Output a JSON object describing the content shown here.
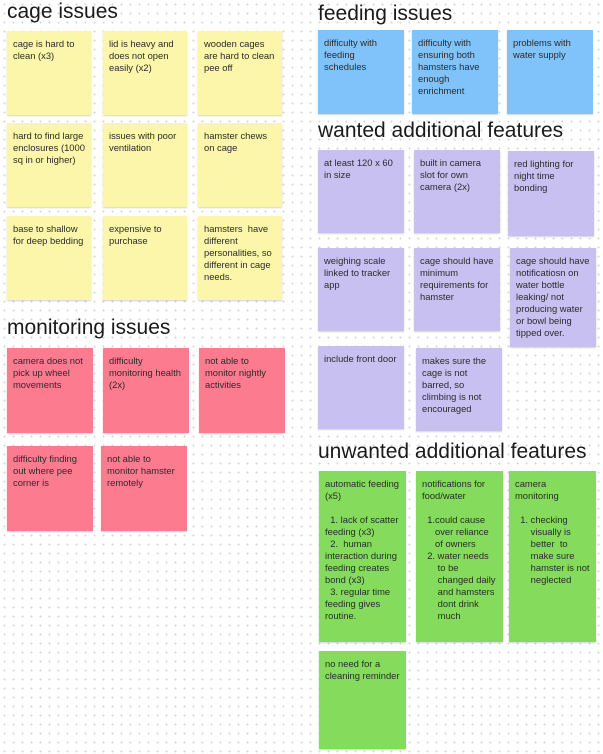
{
  "sections": {
    "cage_issues": {
      "title": "cage issues",
      "notes": [
        "cage is hard to clean (x3)",
        "lid is heavy and does not open easily (x2)",
        "wooden cages are hard to clean pee off",
        "hard to find large enclosures (1000 sq in or higher)",
        "issues with poor ventilation",
        "hamster chews on cage",
        "base to shallow for deep bedding",
        "expensive to purchase",
        "hamsters  have different personalities, so different in cage needs."
      ]
    },
    "feeding_issues": {
      "title": "feeding issues",
      "notes": [
        "difficulty with feeding schedules",
        "difficulty with ensuring both hamsters have enough enrichment",
        "problems with water supply"
      ]
    },
    "monitoring_issues": {
      "title": "monitoring issues",
      "notes": [
        "camera does not pick up wheel movements",
        "difficulty monitoring health (2x)",
        "not able to monitor nightly activities",
        "difficulty finding out where pee corner is",
        "not able to monitor hamster remotely"
      ]
    },
    "wanted_features": {
      "title": "wanted additional features",
      "notes": [
        "at least 120 x 60 in size",
        "built in camera slot for own camera (2x)",
        "red lighting for night time bonding",
        "weighing scale linked to tracker app",
        "cage should have minimum requirements for hamster",
        "cage should have notificatiosn on water bottle leaking/ not producing water or bowl being tipped over.",
        "include front door",
        "makes sure the cage is not barred, so climbing is not encouraged"
      ]
    },
    "unwanted_features": {
      "title": "unwanted additional features",
      "notes": [
        "automatic feeding (x5)\n\n  1. lack of scatter feeding (x3)\n  2.  human interaction during feeding creates bond (x3)\n  3. regular time feeding gives routine.",
        "notifications for food/water\n\n  1.could cause\n     over reliance\n     of owners\n  2. water needs\n      to be\n      changed daily\n      and hamsters\n      dont drink\n      much",
        "camera monitoring\n\n  1. checking\n      visually is\n      better  to\n      make sure\n      hamster is not\n      neglected",
        "no need for a cleaning reminder"
      ]
    }
  },
  "colors": {
    "yellow": "#fbf6aa",
    "blue": "#80c3fb",
    "pink": "#fd7b8f",
    "purple": "#c7c0f0",
    "green": "#84db5c"
  }
}
